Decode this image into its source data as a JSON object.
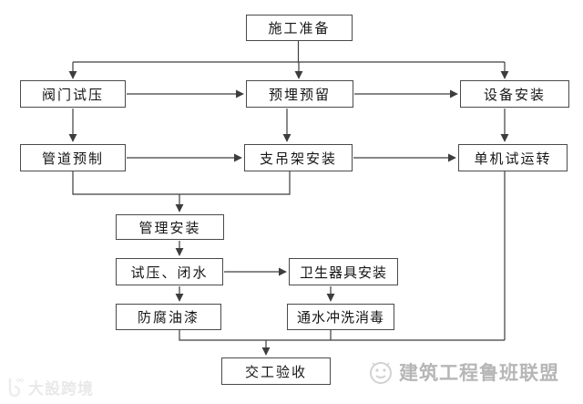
{
  "nodes": [
    {
      "id": "construction-prep",
      "label": "施工准备"
    },
    {
      "id": "valve-pressure-test",
      "label": "阀门试压"
    },
    {
      "id": "embed-reserve",
      "label": "预埋预留"
    },
    {
      "id": "equipment-install",
      "label": "设备安装"
    },
    {
      "id": "pipe-prefab",
      "label": "管道预制"
    },
    {
      "id": "support-hanger-install",
      "label": "支吊架安装"
    },
    {
      "id": "single-machine-test-run",
      "label": "单机试运转"
    },
    {
      "id": "pipe-management-install",
      "label": "管理安装"
    },
    {
      "id": "pressure-closed-water",
      "label": "试压、闭水"
    },
    {
      "id": "sanitary-ware-install",
      "label": "卫生器具安装"
    },
    {
      "id": "anticorrosion-paint",
      "label": "防腐油漆"
    },
    {
      "id": "water-flush-disinfect",
      "label": "通水冲洗消毒"
    },
    {
      "id": "handover-acceptance",
      "label": "交工验收"
    }
  ],
  "watermarks": {
    "bottom_right": {
      "text": "建筑工程鲁班联盟",
      "icon": "smiley-face-logo",
      "color": "#b6b6b6"
    },
    "bottom_left": {
      "text": "大設跨境",
      "icon": "badge-logo",
      "color": "#e9e9e9"
    }
  },
  "colors": {
    "background": "#ffffff",
    "connector_line": "#3d3d3d",
    "box_border": "#4a4a4a",
    "box_text": "#161616"
  }
}
